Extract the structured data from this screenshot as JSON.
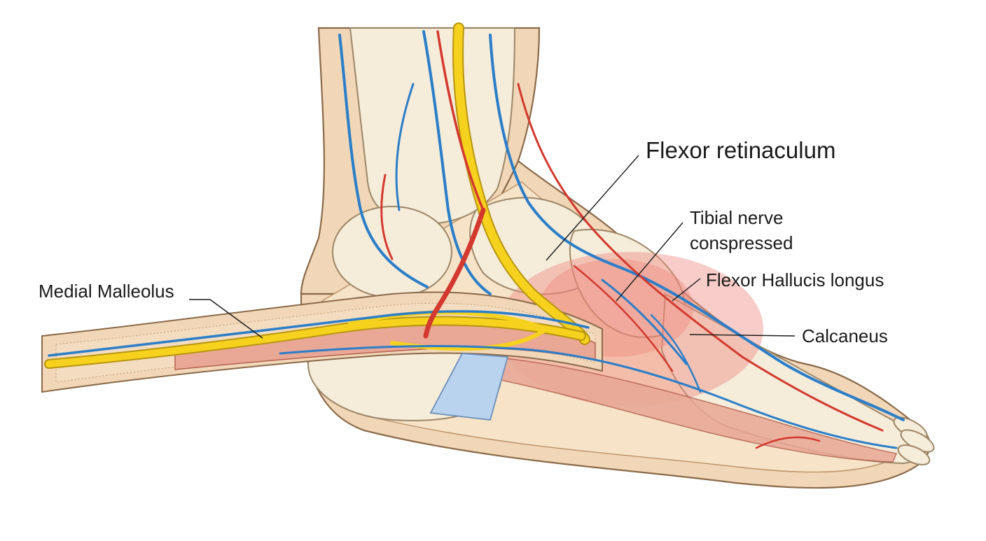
{
  "labels": {
    "flexor_retinaculum": "Flexor retinaculum",
    "tibial_nerve_line1": "Tibial nerve",
    "tibial_nerve_line2": "conspressed",
    "flexor_hallucis_longus": "Flexor Hallucis longus",
    "calcaneus": "Calcaneus",
    "medial_malleolus": "Medial Malleolus"
  },
  "colors": {
    "nerve": "#f6d21f",
    "vein": "#2b7ec9",
    "artery": "#d3392f",
    "retinaculum_band": "#b9d3ef",
    "skin": "#f1d7b8",
    "bone": "#f5ecd9"
  }
}
